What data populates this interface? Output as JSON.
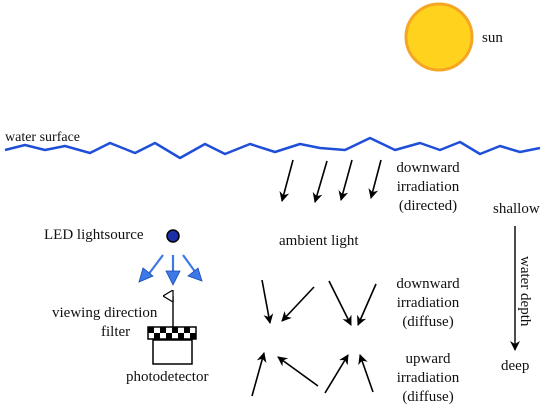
{
  "labels": {
    "sun": "sun",
    "water_surface": "water surface",
    "downward_directed": [
      "downward",
      "irradiation",
      "(directed)"
    ],
    "ambient_light": "ambient light",
    "led_lightsource": "LED lightsource",
    "viewing_direction": "viewing direction",
    "filter": "filter",
    "photodetector": "photodetector",
    "downward_diffuse": [
      "downward",
      "irradiation",
      "(diffuse)"
    ],
    "upward_diffuse": [
      "upward",
      "irradiation",
      "(diffuse)"
    ],
    "shallow": "shallow",
    "water_depth": "water depth",
    "deep": "deep"
  },
  "colors": {
    "sun_fill": "#FFD21E",
    "sun_stroke": "#F5A623",
    "water": "#1F4FD8",
    "led": "#1A2FA8",
    "led_arrows": "#3C78E6",
    "ink": "#000000"
  }
}
